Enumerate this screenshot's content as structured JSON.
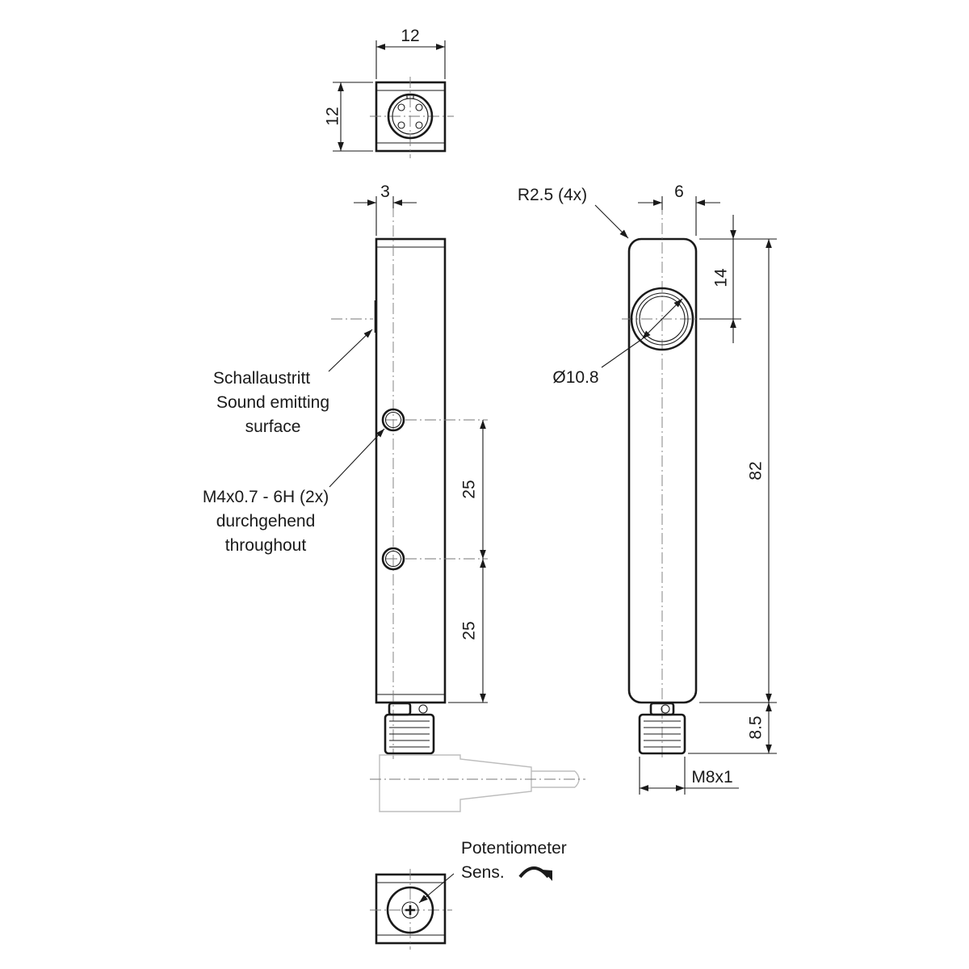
{
  "dimensions": {
    "top_width": "12",
    "top_height": "12",
    "side_offset": "3",
    "front_width": "6",
    "radius": "R2.5 (4x)",
    "hole_distance": "14",
    "diameter": "Ø10.8",
    "total_length": "82",
    "spacing_1": "25",
    "spacing_2": "25",
    "connector_length": "8.5",
    "thread": "M8x1"
  },
  "labels": {
    "sound_de": "Schallaustritt",
    "sound_en_1": "Sound emitting",
    "sound_en_2": "surface",
    "thread_spec": "M4x0.7 - 6H (2x)",
    "thread_de": "durchgehend",
    "thread_en": "throughout",
    "pot_1": "Potentiometer",
    "pot_2": "Sens."
  }
}
